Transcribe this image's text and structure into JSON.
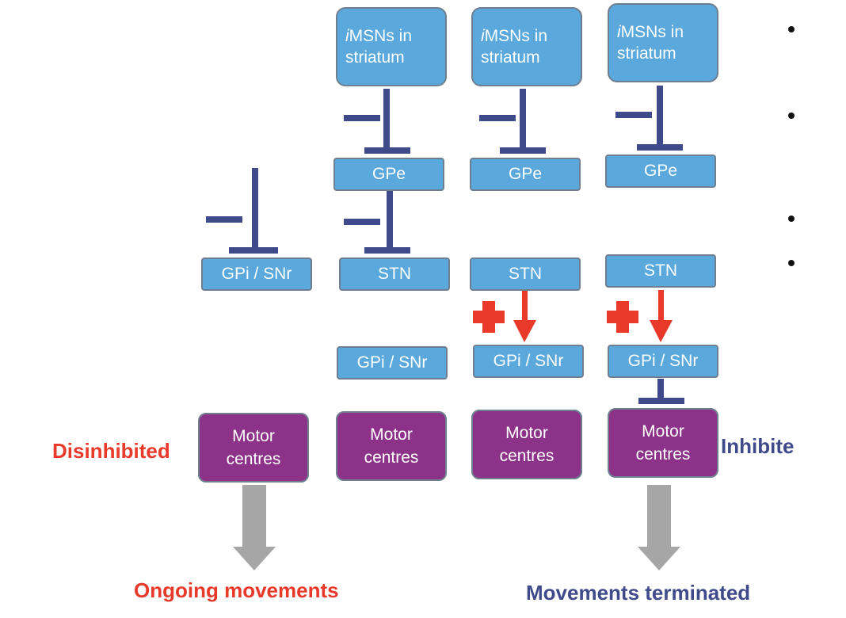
{
  "labels": {
    "imsn_prefix": "i",
    "imsn_rest_line1": "MSNs in",
    "imsn_line2": "striatum",
    "gpe": "GPe",
    "stn": "STN",
    "gpi": "GPi / SNr",
    "motor_line1": "Motor",
    "motor_line2": "centres",
    "disinhibited": "Disinhibited",
    "inhibited": "Inhibite",
    "ongoing": "Ongoing movements",
    "terminated": "Movements terminated"
  },
  "colors": {
    "box_blue": "#5aa8dc",
    "motor_purple": "#8c3389",
    "inhibit_navy": "#3f4a8a",
    "excite_red": "#e8392a",
    "output_arrow_gray": "#a6a6a6"
  }
}
